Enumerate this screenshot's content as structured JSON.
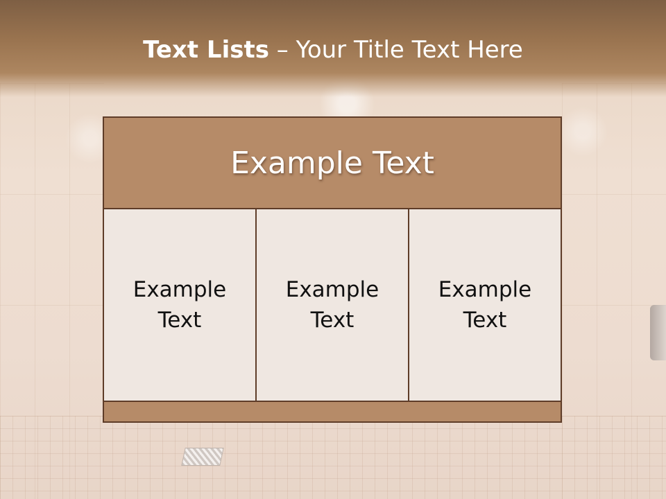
{
  "slide": {
    "title_bold": "Text Lists",
    "title_rest": " – Your Title Text Here"
  },
  "diagram": {
    "header": "Example Text",
    "cells": [
      {
        "line1": "Example",
        "line2": "Text"
      },
      {
        "line1": "Example",
        "line2": "Text"
      },
      {
        "line1": "Example",
        "line2": "Text"
      }
    ]
  },
  "colors": {
    "title_band": "#99734f",
    "header_fill": "#b68b68",
    "cell_fill": "#efe7e1",
    "border": "#5e3c28",
    "title_text": "#ffffff"
  },
  "icons": {
    "background": "bathroom-tile-photo",
    "drain": "floor-drain-icon"
  }
}
